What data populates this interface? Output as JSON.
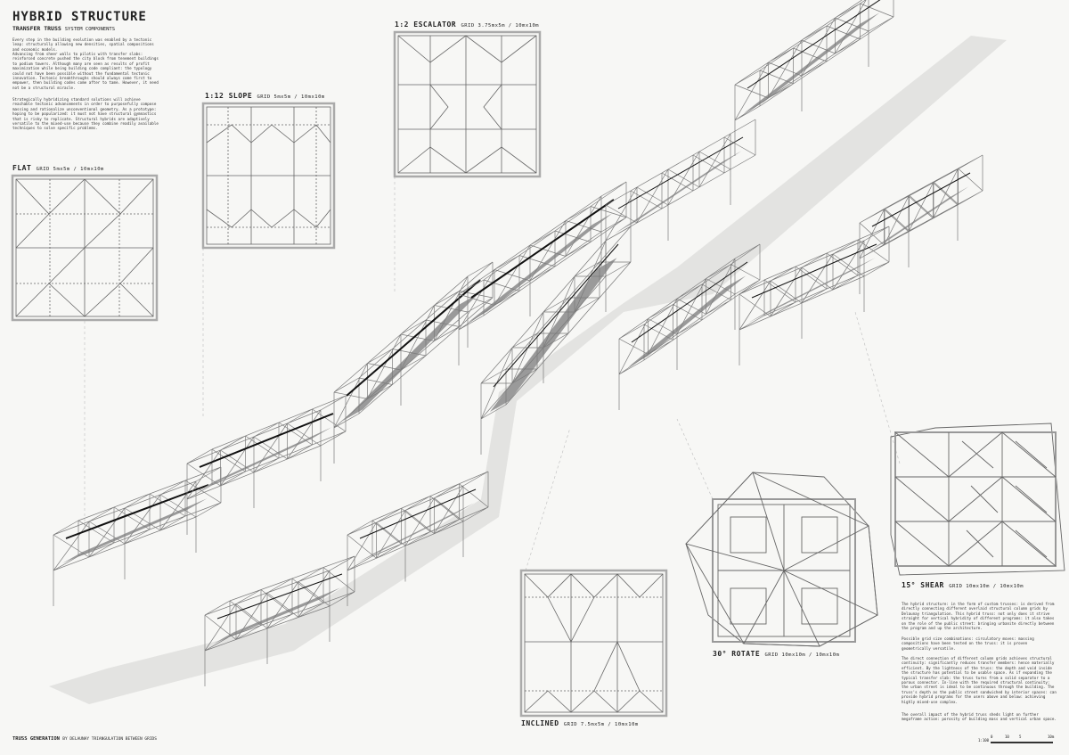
{
  "header": {
    "title": "HYBRID STRUCTURE",
    "subtitle": "TRANSFER TRUSS",
    "subtitle_small": "SYSTEM COMPONENTS"
  },
  "intro_paragraphs": [
    "Every step in the building evolution was enabled by a tectonic leap: structurally allowing new densities, spatial compositions and economic models.",
    "Advancing from sheer walls to pilotis with transfer slabs: reinforced concrete pushed the city block from tenement buildings to podium towers. Although many are seen as results of profit maximization while being building code compliant: the typology could not have been possible without the fundamental tectonic innovation. Tectonic breakthroughs should always come first to empower, then building codes come after to tame. However, it need not be a structural miracle.",
    "Strategically hybridizing standard solutions will achieve reachable tectonic advancements in order to purposefully compose massing and rationalize unconventional geometry. As a prototype: hoping to be popularized: it must not have structural gymnastics that is risky to replicate. Structural hybrids are adaptively versatile to the mixed-use because they combine readily available techniques to solve specific problems."
  ],
  "labels": {
    "flat": "FLAT",
    "flat_grid": "GRID 5mx5m / 10mx10m",
    "slope": "1:12 SLOPE",
    "slope_grid": "GRID 5mx5m / 10mx10m",
    "escalator": "1:2 ESCALATOR",
    "escalator_grid": "GRID 3.75mx5m / 10mx10m",
    "inclined": "INCLINED",
    "inclined_grid": "GRID 7.5mx5m / 10mx10m",
    "rotate": "30° ROTATE",
    "rotate_grid": "GRID 10mx10m / 10mx10m",
    "shear": "15° SHEAR",
    "shear_grid": "GRID 10mx10m / 10mx10m"
  },
  "right_paragraphs": [
    "The hybrid structure: in the form of custom trusses: is derived from directly connecting different overlaid structural column grids by Delaunay triangulation. This hybrid truss: not only does it strive straight for vertical hybridity of different programs: it also takes on the role of the public street: bringing urbanite directly between the program and up the architecture.",
    "Possible grid size combinations: circulatory moves: massing compositions have been tested on the truss: it is proven geometrically versatile.",
    "The direct connection of different column grids achieves structural continuity: significantly reduces transfer members: hence materially efficient. By the lightness of the truss: the depth and void inside the structure has potential to be usable space. As if expanding the typical transfer slab: the truss turns from a solid separator to a porous connector. In-line with the required structural continuity: the urban street is ideal to be continuous through the building. The truss's depth as the public street sandwiched by interior spaces: can provide hybrid programs for the users above and below: achieving highly mixed-use complex.",
    "The overall impact of the hybrid truss sheds light on further megaframe action: porosity of building mass and vertical urban space."
  ],
  "footer": {
    "main": "TRUSS GENERATION",
    "sub": "BY DELAUNAY TRIANGULATION BETWEEN GRIDS"
  },
  "scale_bar": {
    "ratio": "1:100",
    "ticks": [
      "0",
      "10",
      "5",
      "10m"
    ]
  }
}
